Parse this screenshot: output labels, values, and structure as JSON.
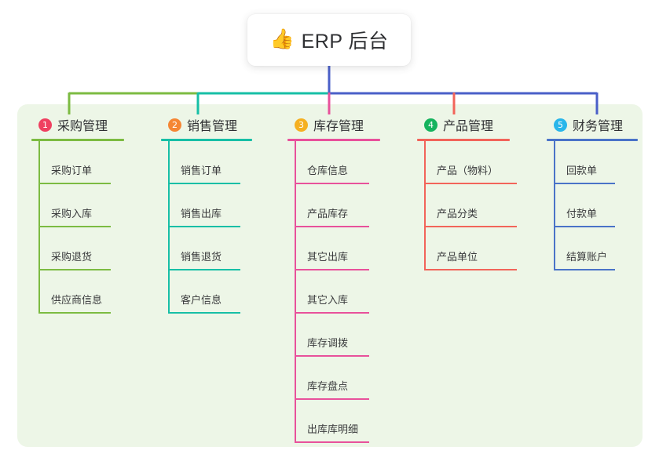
{
  "root": {
    "icon": "thumbs-up-icon",
    "icon_glyph": "👍",
    "title": "ERP 后台"
  },
  "panel": {
    "background_color": "#edf6e7"
  },
  "connector_colors": {
    "segment_1": "#7cbb42",
    "segment_2": "#17bfa6",
    "segment_3": "#e8519b",
    "segment_4": "#f2645a",
    "segment_5": "#4a5fc8",
    "root_stem": "#4a5fc8"
  },
  "columns": [
    {
      "number": "1",
      "title": "采购管理",
      "badge_color": "#ef4060",
      "line_color": "#7cbb42",
      "rule_width": 118,
      "leaf_rule_width": 90,
      "items": [
        {
          "label": "采购订单"
        },
        {
          "label": "采购入库"
        },
        {
          "label": "采购退货"
        },
        {
          "label": "供应商信息"
        }
      ]
    },
    {
      "number": "2",
      "title": "销售管理",
      "badge_color": "#f58634",
      "line_color": "#17bfa6",
      "rule_width": 116,
      "leaf_rule_width": 90,
      "items": [
        {
          "label": "销售订单"
        },
        {
          "label": "销售出库"
        },
        {
          "label": "销售退货"
        },
        {
          "label": "客户信息"
        }
      ]
    },
    {
      "number": "3",
      "title": "库存管理",
      "badge_color": "#f5b021",
      "line_color": "#e8519b",
      "rule_width": 118,
      "leaf_rule_width": 93,
      "items": [
        {
          "label": "仓库信息"
        },
        {
          "label": "产品库存"
        },
        {
          "label": "其它出库"
        },
        {
          "label": "其它入库"
        },
        {
          "label": "库存调拨"
        },
        {
          "label": "库存盘点"
        },
        {
          "label": "出库库明细"
        }
      ]
    },
    {
      "number": "4",
      "title": "产品管理",
      "badge_color": "#16b35e",
      "line_color": "#f2645a",
      "rule_width": 118,
      "leaf_rule_width": 116,
      "items": [
        {
          "label": "产品（物料）"
        },
        {
          "label": "产品分类"
        },
        {
          "label": "产品单位"
        }
      ]
    },
    {
      "number": "5",
      "title": "财务管理",
      "badge_color": "#29b6ea",
      "line_color": "#4a73c8",
      "rule_width": 116,
      "leaf_rule_width": 76,
      "items": [
        {
          "label": "回款单"
        },
        {
          "label": "付款单"
        },
        {
          "label": "结算账户"
        }
      ]
    }
  ]
}
